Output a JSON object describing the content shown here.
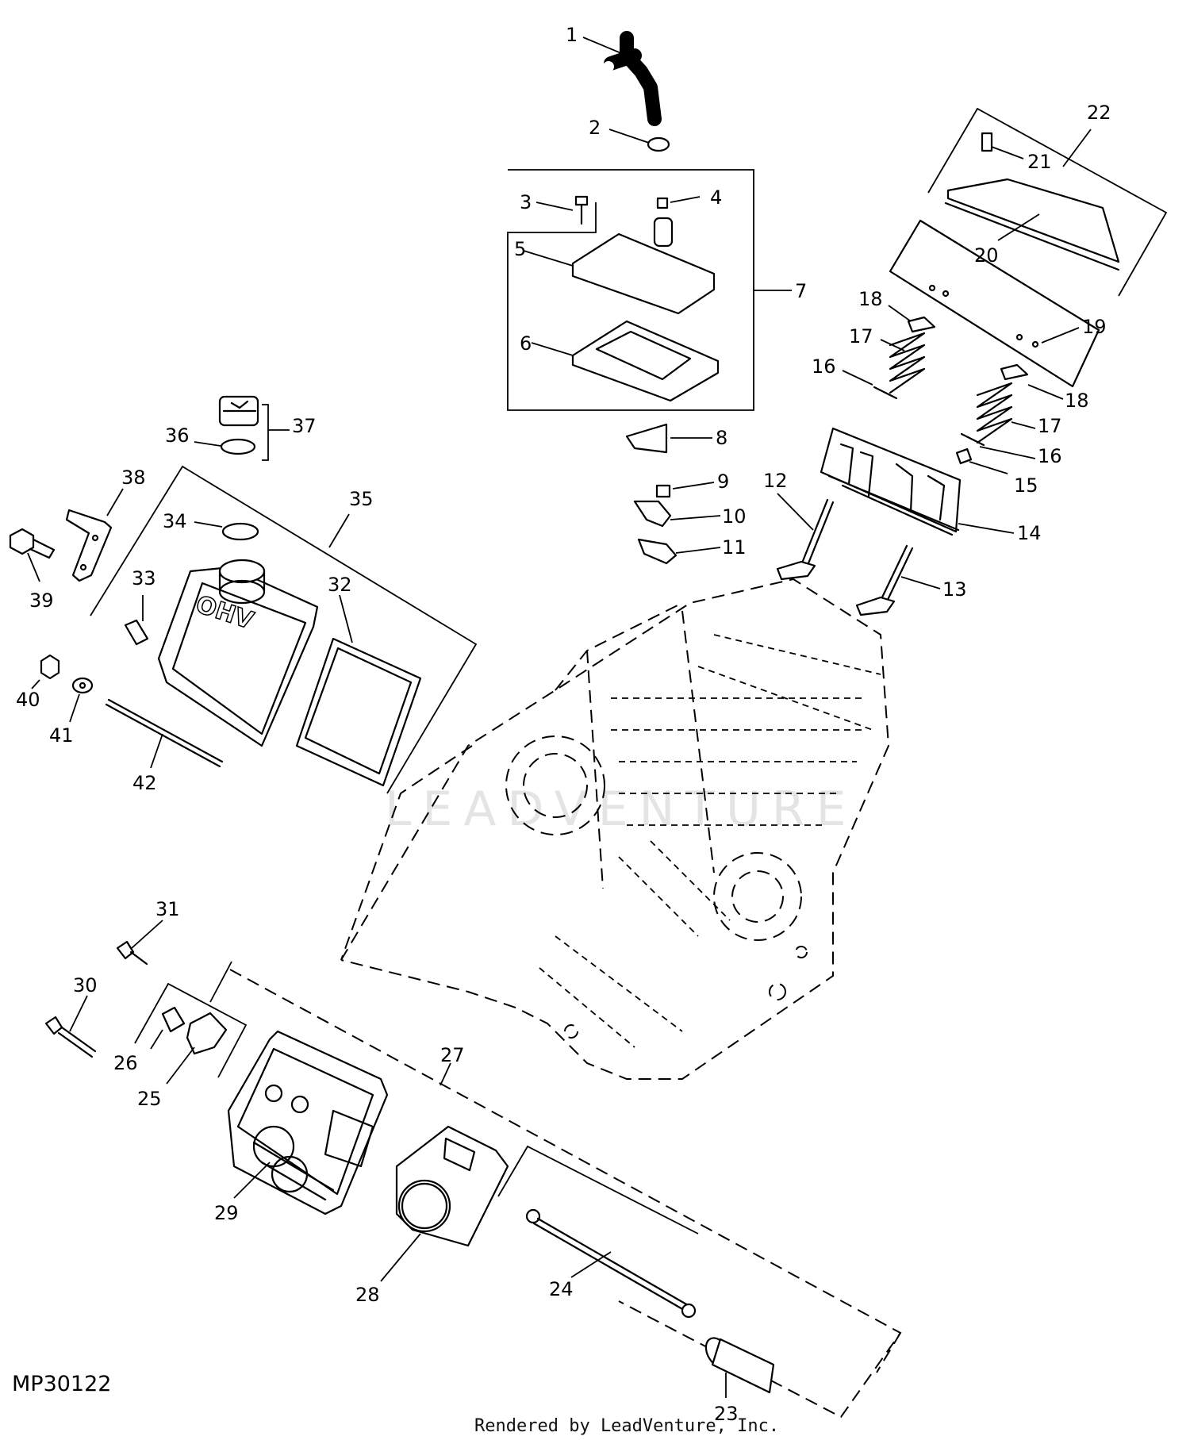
{
  "figure_id": "MP30122",
  "footer": "Rendered by LeadVenture, Inc.",
  "watermark": "LEADVENTURE",
  "callouts": [
    "1",
    "2",
    "3",
    "4",
    "5",
    "6",
    "7",
    "8",
    "9",
    "10",
    "11",
    "12",
    "13",
    "14",
    "15",
    "16",
    "16",
    "17",
    "17",
    "18",
    "18",
    "19",
    "20",
    "21",
    "22",
    "23",
    "24",
    "25",
    "26",
    "27",
    "28",
    "29",
    "30",
    "31",
    "32",
    "33",
    "34",
    "35",
    "36",
    "37",
    "38",
    "39",
    "40",
    "41",
    "42"
  ]
}
